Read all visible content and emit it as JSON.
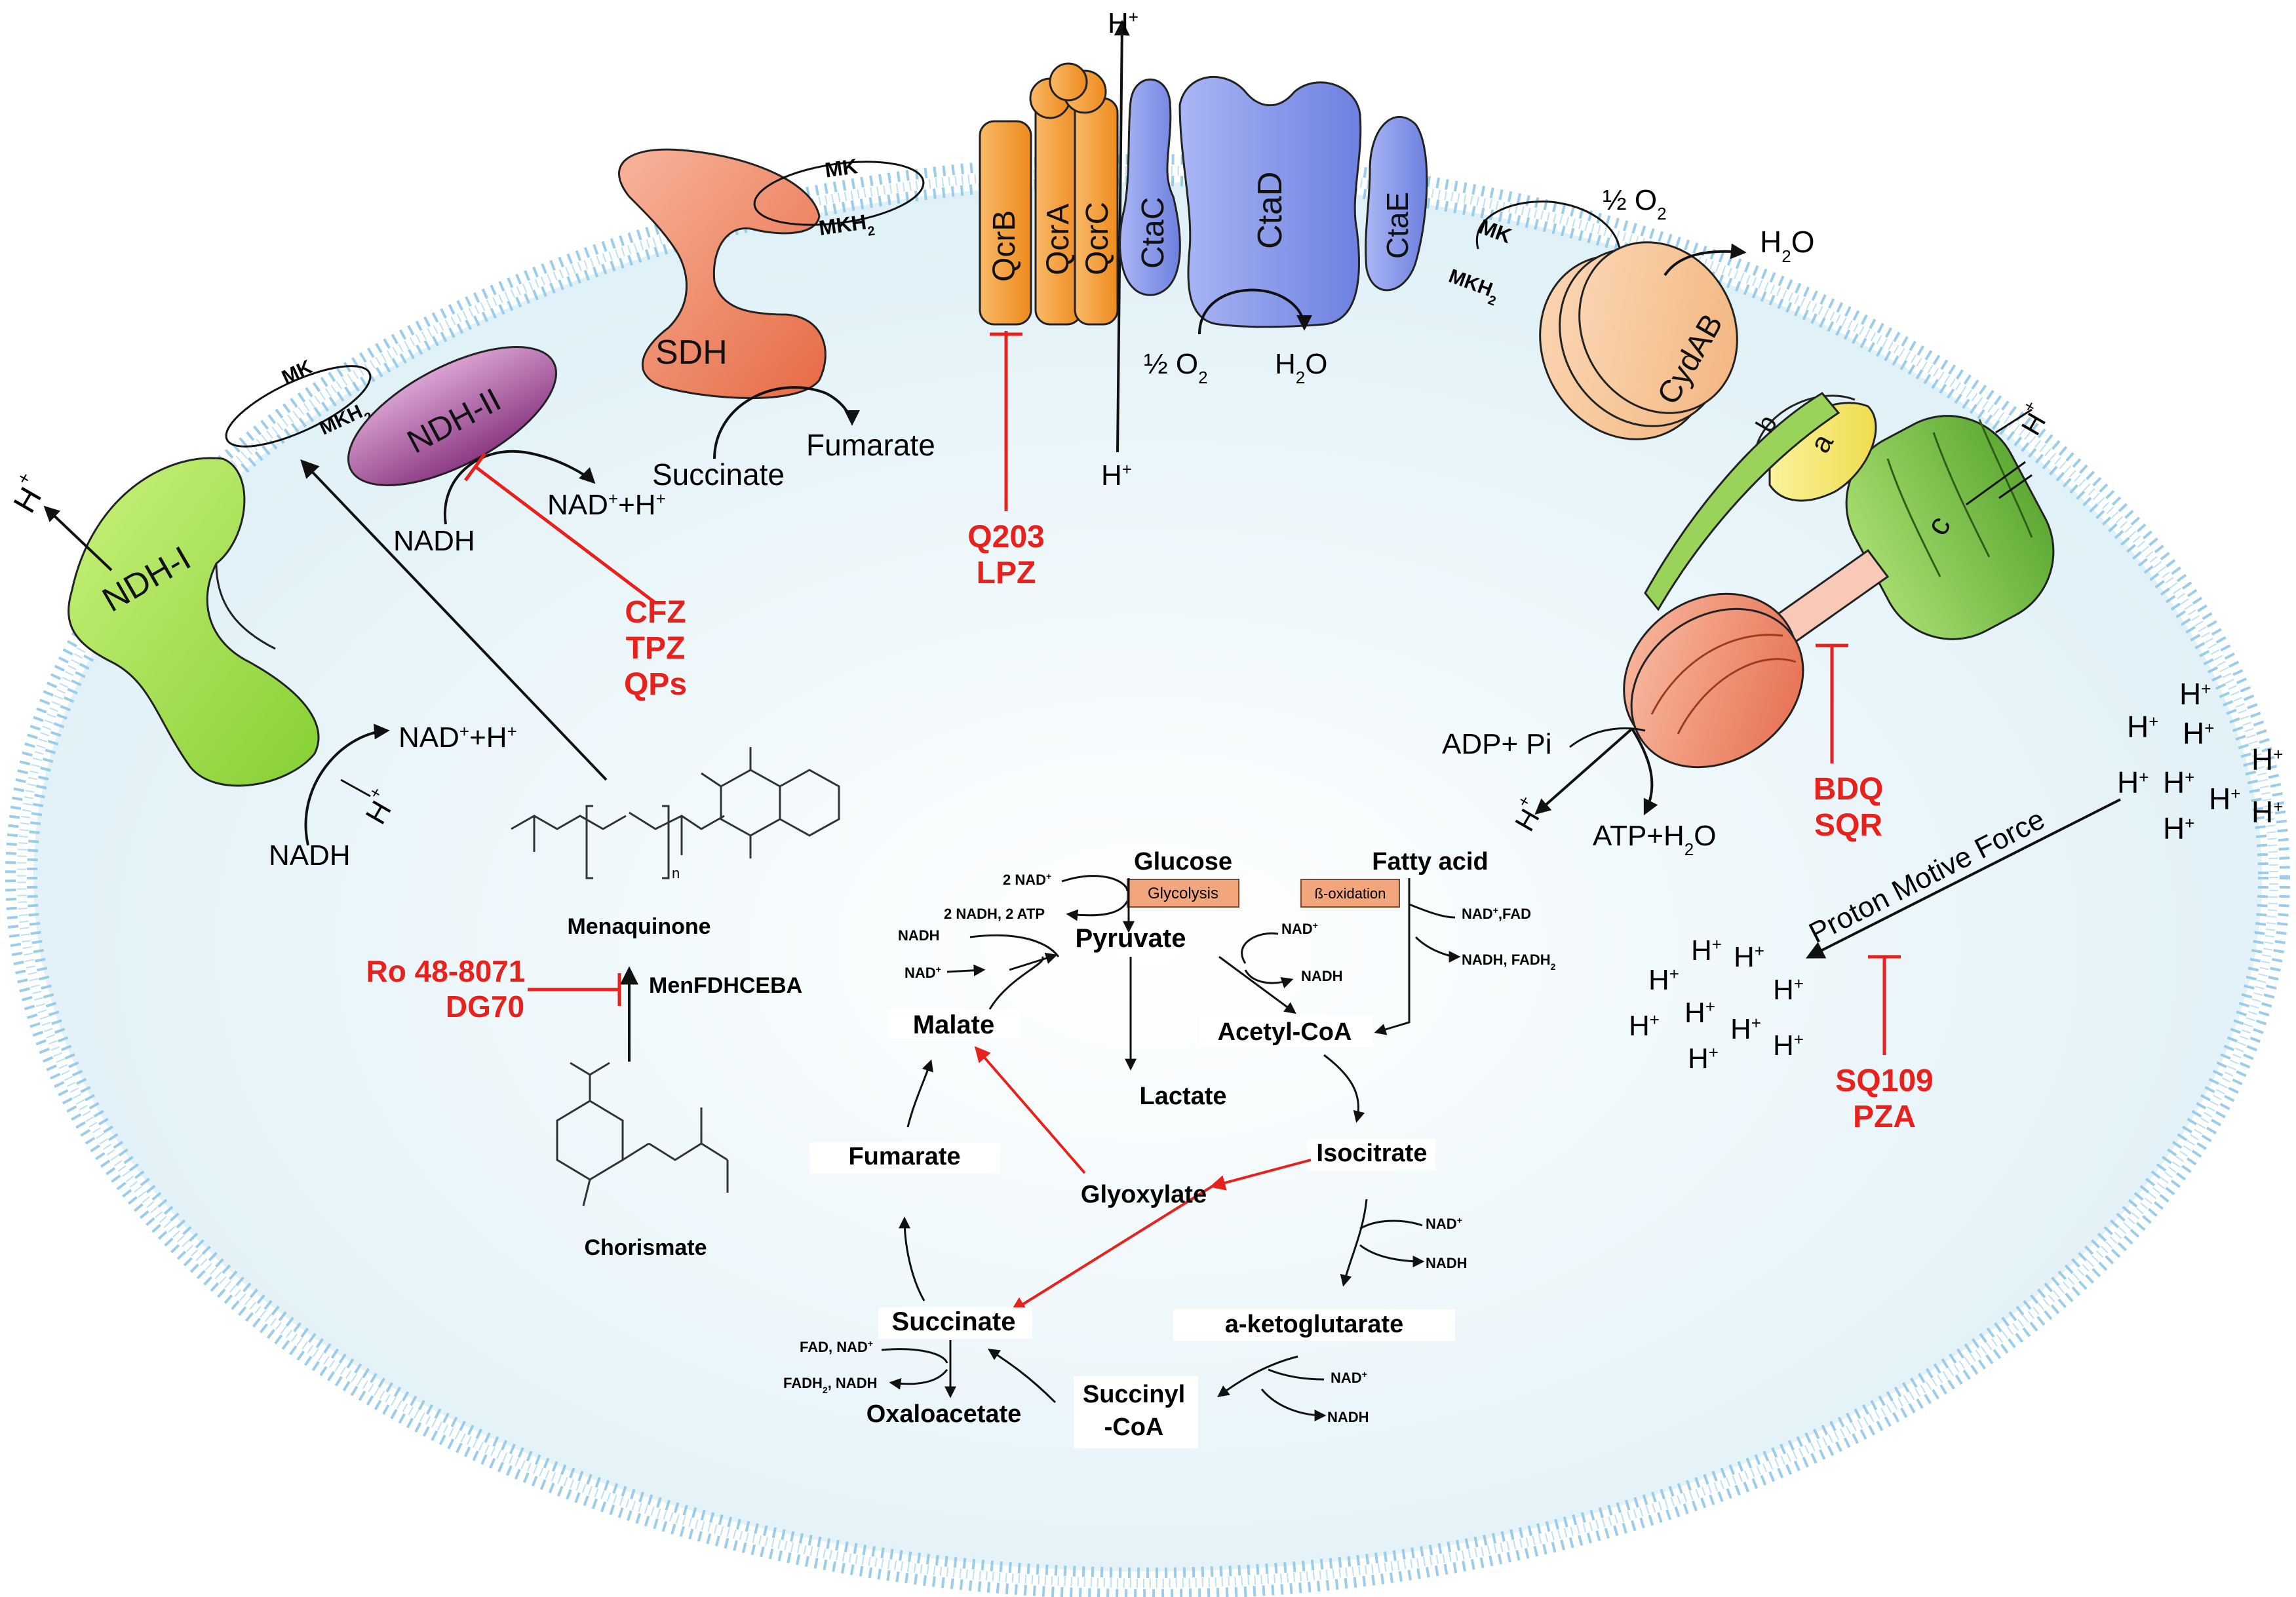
{
  "colors": {
    "membrane": "#8fc8ea",
    "cytoplasm": "#eaf5f9",
    "inhibitor": "#e8211d",
    "ndh1": "#9fe04a",
    "ndh2": "#a94e9c",
    "sdh": "#f08a66",
    "qcr": "#f2972f",
    "cta": "#7a8fe6",
    "cydab": "#f7c89a",
    "atpase_c": "#7cc24a",
    "atpase_a": "#f4e46a",
    "atpase_f1": "#f18a6a"
  },
  "membrane_labels": {
    "mk": "MK",
    "mkh2": "MKH",
    "mkh2_sub": "2",
    "h_plus": "H",
    "h_sup": "+"
  },
  "proteins": {
    "ndh1": "NDH-I",
    "ndh2": "NDH-II",
    "sdh": "SDH",
    "qcrb": "QcrB",
    "qcra": "QcrA",
    "qcrc": "QcrC",
    "ctac": "CtaC",
    "ctad": "CtaD",
    "ctae": "CtaE",
    "cydab": "CydAB",
    "atp_b": "b",
    "atp_a": "a",
    "atp_c": "c"
  },
  "reactions": {
    "nadh": "NADH",
    "nad_h": "NAD",
    "nad_h_tail": "+H",
    "succinate": "Succinate",
    "fumarate": "Fumarate",
    "half_o2": "½ O",
    "o2_sub": "2",
    "h2o_pre": "H",
    "h2o_sub": "2",
    "h2o_post": "O",
    "adp": "ADP+ Pi",
    "atp_pre": "ATP+H",
    "atp_sub": "2",
    "atp_post": "O"
  },
  "menaquinone": {
    "name": "Menaquinone",
    "enzymes": "MenFDHCEBA",
    "precursor": "Chorismate",
    "n": "n"
  },
  "inhibitors": {
    "qcr": [
      "Q203",
      "LPZ"
    ],
    "ndh2": [
      "CFZ",
      "TPZ",
      "QPs"
    ],
    "men": [
      "Ro 48-8071",
      "DG70"
    ],
    "atp": [
      "BDQ",
      "SQR"
    ],
    "pmf": [
      "SQ109",
      "PZA"
    ]
  },
  "pmf": {
    "label": "Proton Motive Force"
  },
  "metabolism": {
    "glucose": "Glucose",
    "glycolysis": "Glycolysis",
    "pyruvate": "Pyruvate",
    "two_nad": "2 NAD",
    "two_nadh_atp": "2 NADH, 2 ATP",
    "lactate": "Lactate",
    "fatty_acid": "Fatty acid",
    "beta_ox": "ß-oxidation",
    "nad_fad": "NAD",
    "nad_fad_tail": ",FAD",
    "nadh_fadh2": "NADH, FADH",
    "acetyl_coa": "Acetyl-CoA",
    "isocitrate": "Isocitrate",
    "glyoxylate": "Glyoxylate",
    "malate": "Malate",
    "fumarate": "Fumarate",
    "succinate": "Succinate",
    "akg": "a-ketoglutarate",
    "succinyl_1": "Succinyl",
    "succinyl_2": "-CoA",
    "oxaloacetate": "Oxaloacetate",
    "fad_nad": "FAD, NAD",
    "fadh2_nadh": "FADH",
    "fadh2_nadh_tail": ", NADH",
    "nad": "NAD",
    "nadh": "NADH",
    "sup_plus": "+",
    "sub_2": "2"
  }
}
